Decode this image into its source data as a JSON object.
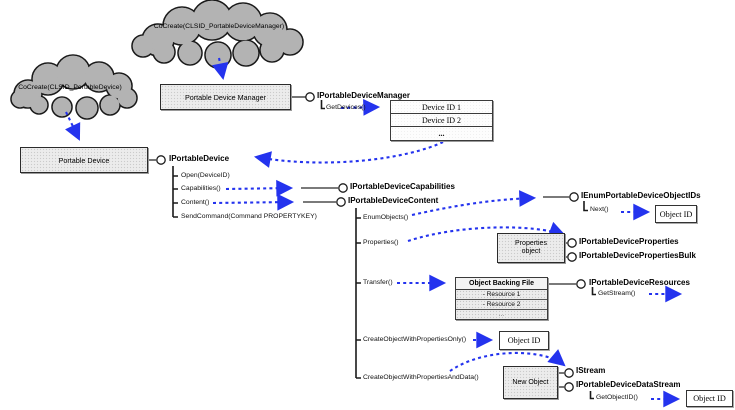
{
  "clouds": {
    "manager": "CoCreate(CLSID_PortableDeviceManager)",
    "device": "CoCreate(CLSID_PortableDevice)"
  },
  "boxes": {
    "portable_device_manager": "Portable Device Manager",
    "portable_device": "Portable Device",
    "properties_object_line1": "Properties",
    "properties_object_line2": "object",
    "new_object": "New Object"
  },
  "interfaces": {
    "manager": "IPortableDeviceManager",
    "device": "IPortableDevice",
    "capabilities": "IPortableDeviceCapabilities",
    "content": "IPortableDeviceContent",
    "enum_objectids": "IEnumPortableDeviceObjectIDs",
    "properties": "IPortableDeviceProperties",
    "properties_bulk": "IPortableDevicePropertiesBulk",
    "resources": "IPortableDeviceResources",
    "istream": "IStream",
    "datastream": "IPortableDeviceDataStream"
  },
  "methods": {
    "get_devices": "GetDevices()",
    "open": "Open(DeviceID)",
    "capabilities": "Capabilities()",
    "content": "Content()",
    "send_command": "SendCommand(Command PROPERTYKEY)",
    "enum_objects": "EnumObjects()",
    "properties": "Properties()",
    "transfer": "Transfer()",
    "create_props_only": "CreateObjectWithPropertiesOnly()",
    "create_props_data": "CreateObjectWithPropertiesAndData()",
    "next": "Next()",
    "get_stream": "GetStream()",
    "get_objectid": "GetObjectID()"
  },
  "device_id_table": {
    "rows": [
      "Device ID 1",
      "Device ID 2",
      "..."
    ]
  },
  "backing_file_table": {
    "header": "Object Backing File",
    "rows": [
      "- Resource 1",
      "- Resource 2",
      "..."
    ]
  },
  "object_id_label": "Object ID",
  "colors": {
    "arrow_blue": "#2433ee",
    "cloud_fill": "#b3b3b3",
    "box_fill": "#ececec"
  }
}
